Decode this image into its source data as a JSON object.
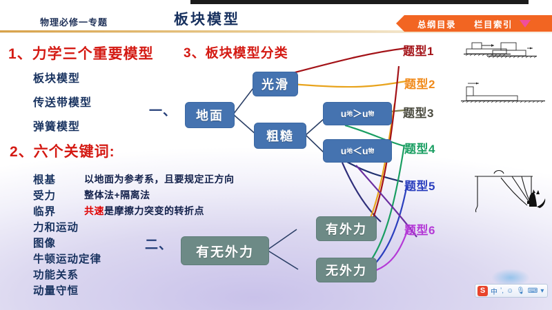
{
  "header": {
    "subtitle": "物理必修一专题",
    "title": "板块模型",
    "banner": {
      "catalog": "总纲目录",
      "index": "栏目索引",
      "arrow_icon": "triangle-down-icon"
    }
  },
  "left": {
    "heading1": "1、力学三个重要模型",
    "models": [
      "板块模型",
      "传送带模型",
      "弹簧模型"
    ],
    "heading2": "2、六个关键词:",
    "keywords": [
      {
        "term": "根基",
        "desc": "以地面为参考系，且要规定正方向",
        "hot": ""
      },
      {
        "term": "受力",
        "desc": "整体法+隔离法",
        "hot": ""
      },
      {
        "term": "临界",
        "desc": "是摩擦力突变的转折点",
        "hot": "共速"
      },
      {
        "term": "力和运动",
        "desc": "",
        "hot": ""
      },
      {
        "term": "图像",
        "desc": "",
        "hot": ""
      },
      {
        "term": "牛顿运动定律",
        "desc": "",
        "hot": ""
      },
      {
        "term": "功能关系",
        "desc": "",
        "hot": ""
      },
      {
        "term": "动量守恒",
        "desc": "",
        "hot": ""
      }
    ]
  },
  "right": {
    "heading3": "3、板块模型分类",
    "branch1_marker": "一、",
    "branch2_marker": "二、",
    "boxes": {
      "ground": "地面",
      "smooth": "光滑",
      "rough": "粗糙",
      "mu_gt": {
        "pre": "u",
        "sub1": "地",
        "op": "＞",
        "post": "u",
        "sub2": "物"
      },
      "mu_lt": {
        "pre": "u",
        "sub1": "地",
        "op": "＜",
        "post": "u",
        "sub2": "物"
      },
      "external": "有无外力",
      "has_ext": "有外力",
      "no_ext": "无外力"
    },
    "types": [
      {
        "label": "题型1",
        "color": "#a31217"
      },
      {
        "label": "题型2",
        "color": "#f08a1a"
      },
      {
        "label": "题型3",
        "color": "#4a4a3e"
      },
      {
        "label": "题型4",
        "color": "#1a9e62"
      },
      {
        "label": "题型5",
        "color": "#2b3fbe"
      },
      {
        "label": "题型6",
        "color": "#b439d6"
      }
    ]
  },
  "ime": {
    "logo": "S",
    "mode": "中",
    "punct_icon": "punctuation-icon",
    "emoji_icon": "emoji-icon",
    "mic_icon": "microphone-icon",
    "keyboard_icon": "keyboard-icon",
    "more_icon": "more-icon"
  },
  "colors": {
    "box_blue": "#4573b0",
    "box_teal": "#6d8a86",
    "heading_red": "#d41a13",
    "navy": "#18325f",
    "banner_orange": "#f26522"
  }
}
